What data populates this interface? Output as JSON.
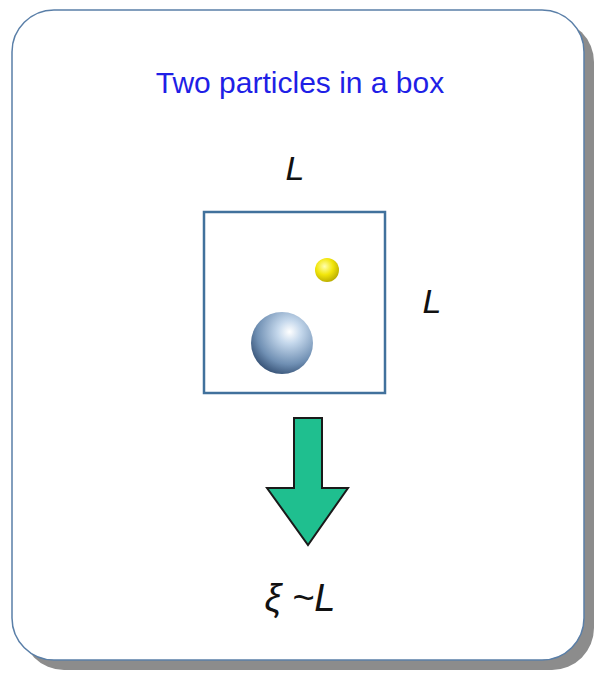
{
  "diagram": {
    "title": "Two particles in a box",
    "labels": [
      "L",
      "L",
      "ξ ~L"
    ]
  }
}
